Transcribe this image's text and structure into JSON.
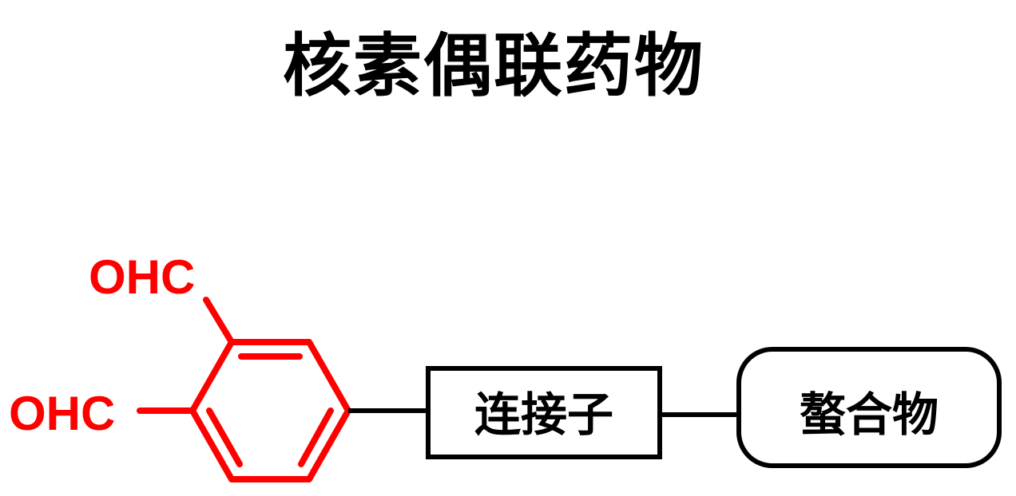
{
  "title": "核素偶联药物",
  "molecule": {
    "aldehyde_top": "OHC",
    "aldehyde_left": "OHC",
    "color": "#ff0000"
  },
  "linker": {
    "label": "连接子"
  },
  "chelator": {
    "label": "螯合物"
  },
  "colors": {
    "structure": "#ff0000",
    "lines": "#000000",
    "text": "#000000"
  }
}
